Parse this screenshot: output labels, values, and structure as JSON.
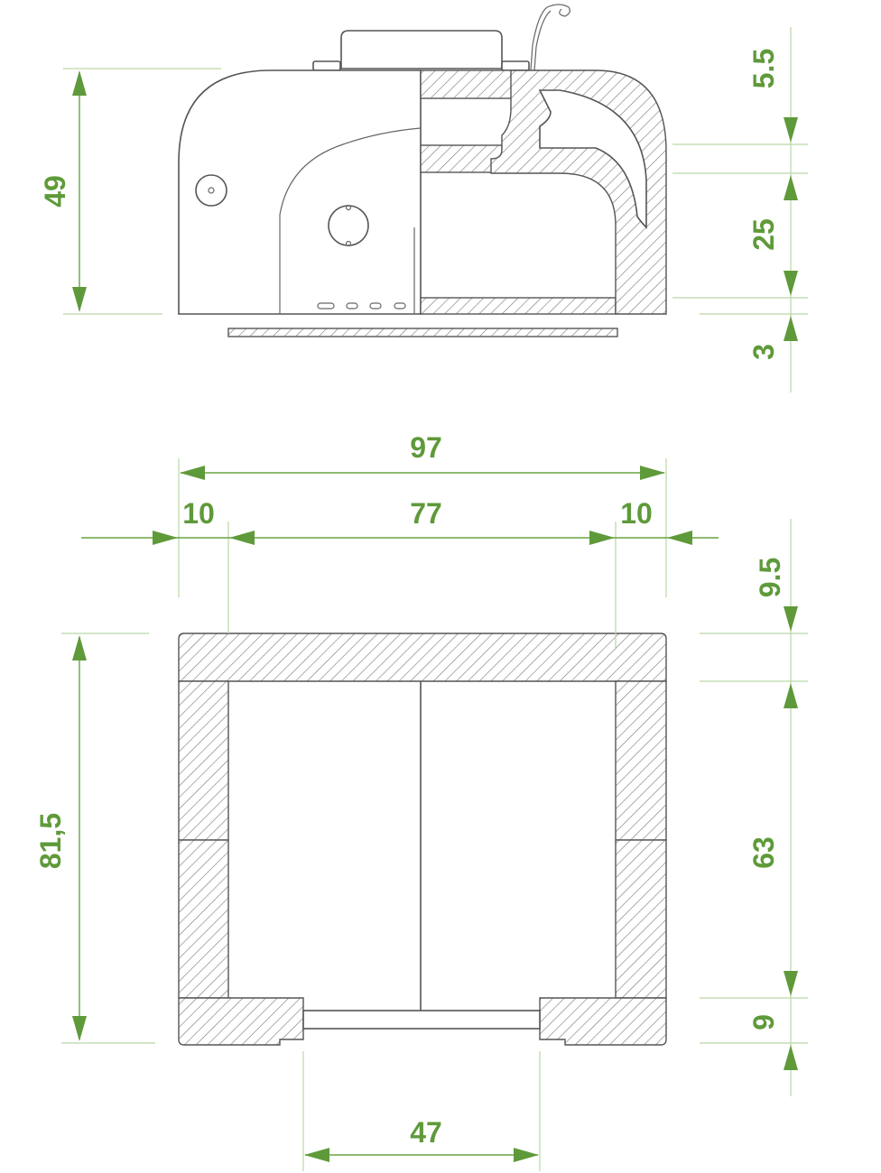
{
  "top_view": {
    "dimensions": {
      "overall_height": "49",
      "top_gap": "5.5",
      "middle_height": "25",
      "bottom_plate": "3"
    }
  },
  "plan_view": {
    "dimensions": {
      "overall_width": "97",
      "left_wall": "10",
      "inner_width": "77",
      "right_wall": "10",
      "top_rail": "9.5",
      "overall_depth": "81,5",
      "side_length": "63",
      "front_lip": "9",
      "opening_width": "47"
    }
  },
  "colors": {
    "dimension": "#5f9a3a",
    "outline": "#555555"
  }
}
